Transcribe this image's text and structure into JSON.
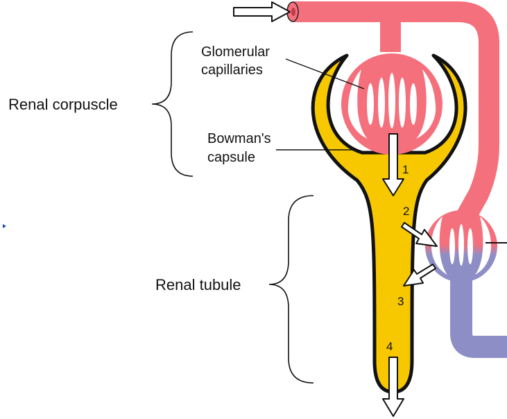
{
  "labels": {
    "renal_corpuscle": "Renal corpuscle",
    "glomerular_line1": "Glomerular",
    "glomerular_line2": "capillaries",
    "bowmans_line1": "Bowman's",
    "bowmans_line2": "capsule",
    "renal_tubule": "Renal tubule"
  },
  "step_numbers": [
    "1",
    "2",
    "3",
    "4"
  ],
  "colors": {
    "arterial_red": "#f4707c",
    "venous_blue": "#8e8ec6",
    "tubule_yellow": "#f7c800",
    "outline": "#111111",
    "arrow_fill": "#ffffff"
  }
}
